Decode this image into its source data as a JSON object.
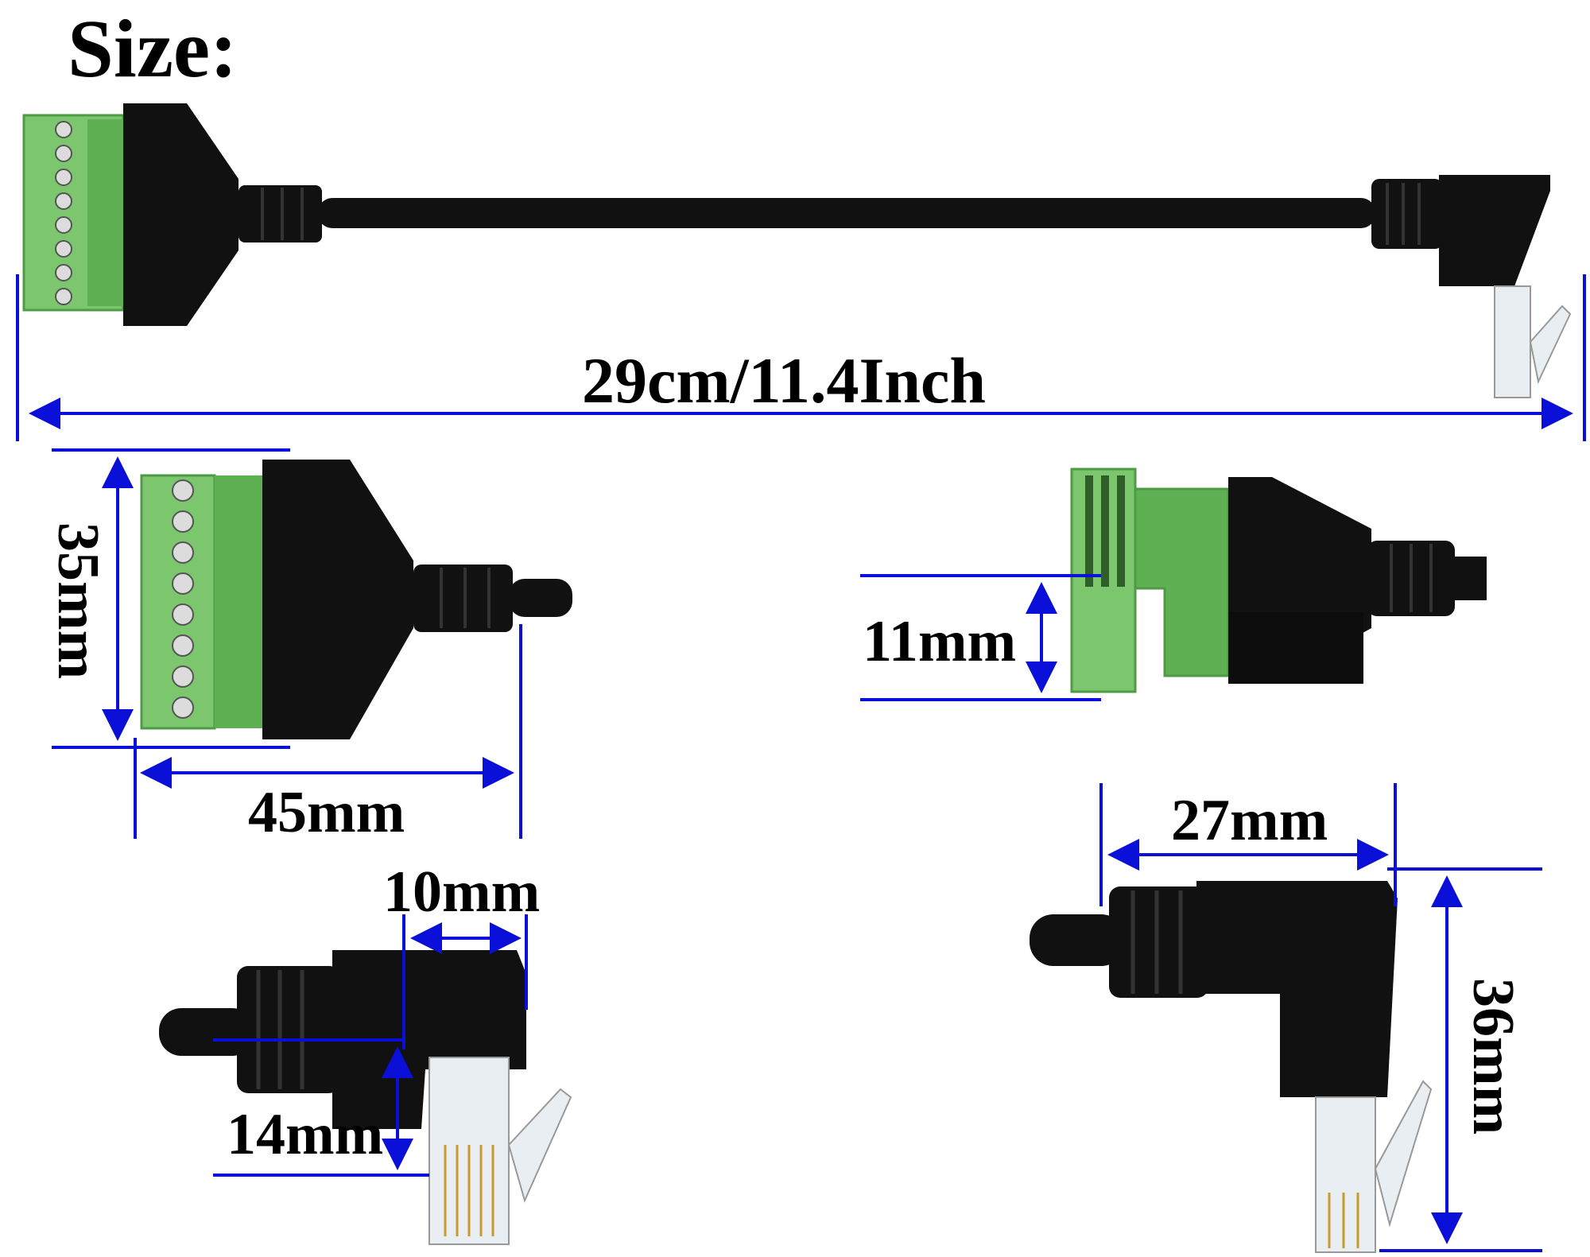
{
  "title": "Size:",
  "dimensions": {
    "length": "29cm/11.4Inch",
    "height_35": "35mm",
    "width_45": "45mm",
    "height_11": "11mm",
    "width_27": "27mm",
    "height_36": "36mm",
    "width_10": "10mm",
    "height_14": "14mm"
  },
  "colors": {
    "dimension_line": "#0a10d8",
    "terminal_green": "#7cc66e",
    "terminal_dark_green": "#4e9a45",
    "plastic_black": "#111111"
  }
}
